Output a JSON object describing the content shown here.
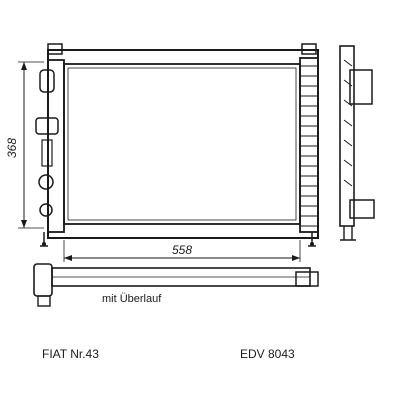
{
  "dimensions": {
    "height": "368",
    "width": "558"
  },
  "note": "mit Überlauf",
  "footer": {
    "left": "FIAT Nr.43",
    "right": "EDV 8043"
  },
  "colors": {
    "line": "#1a1a1a",
    "background": "#ffffff"
  }
}
